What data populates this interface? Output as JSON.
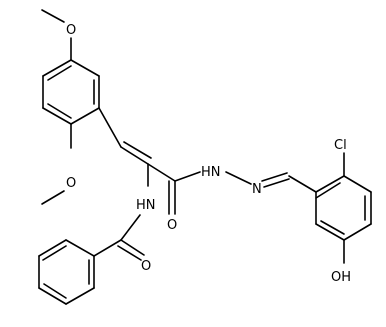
{
  "molecule": {
    "atoms": {
      "o_methoxy_top": "O",
      "o_methoxy_left": "O",
      "nh_amide": "HN",
      "o_carbonyl": "O",
      "o_benzamide": "O",
      "hn_hydrazide": "HN",
      "n_imine": "N",
      "cl": "Cl",
      "oh": "OH"
    },
    "colors": {
      "bond": "#000000",
      "label": "#000000",
      "background": "#ffffff"
    }
  }
}
